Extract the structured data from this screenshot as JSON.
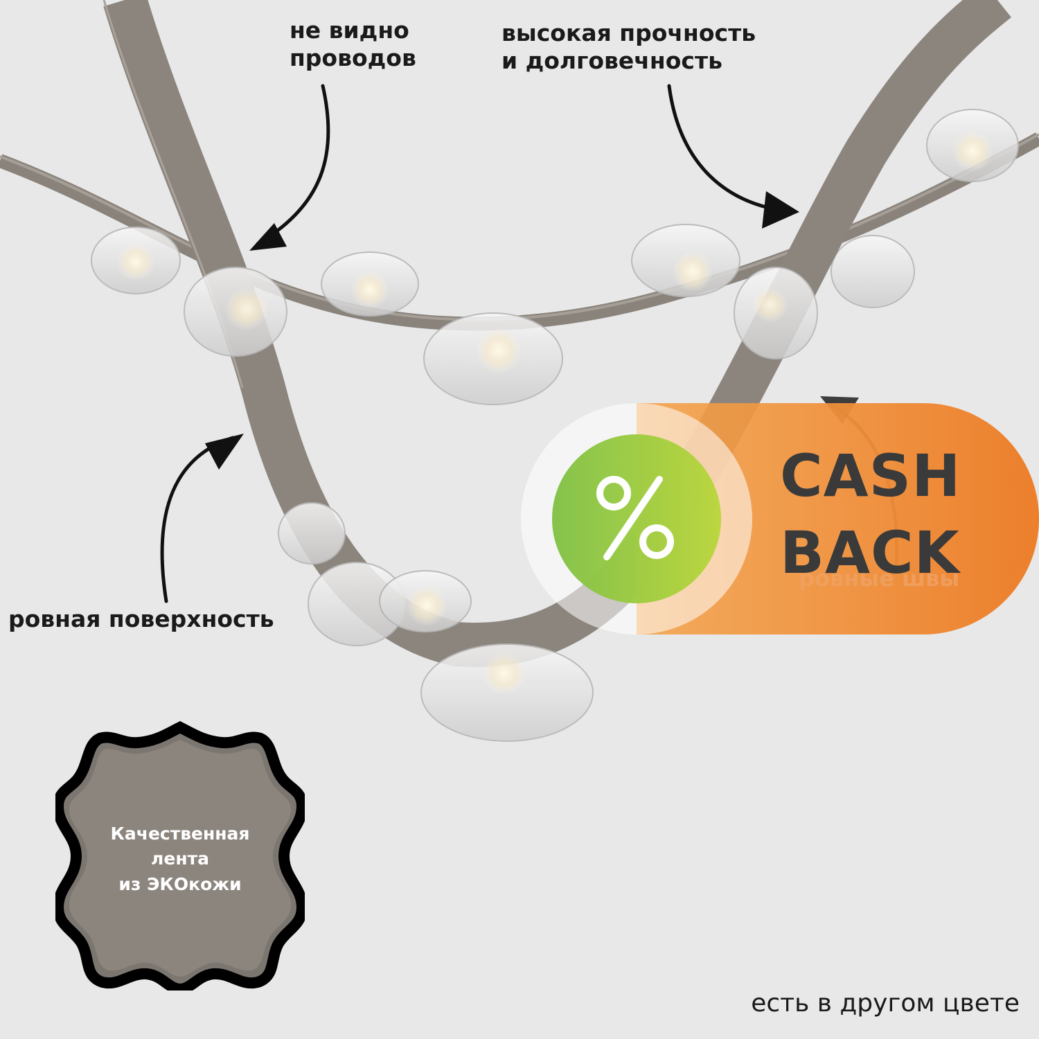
{
  "annotations": {
    "no_wires": [
      "не видно",
      "проводов"
    ],
    "strength": [
      "высокая прочность",
      "и долговечность"
    ],
    "smooth_surface": "ровная поверхность",
    "even_seams": "ровные швы"
  },
  "cashback": {
    "line1": "CASH",
    "line2": "BACK",
    "symbol": "%",
    "colors": {
      "orange": "#ef8a38",
      "green": "#8cc63f"
    }
  },
  "badge": {
    "lines": [
      "Качественная",
      "лента",
      "из ЭКОкожи"
    ],
    "icon": "leather-hide-icon"
  },
  "footer": "есть в другом цвете",
  "colors": {
    "background": "#e8e8e8",
    "strap": "#8c857e"
  }
}
